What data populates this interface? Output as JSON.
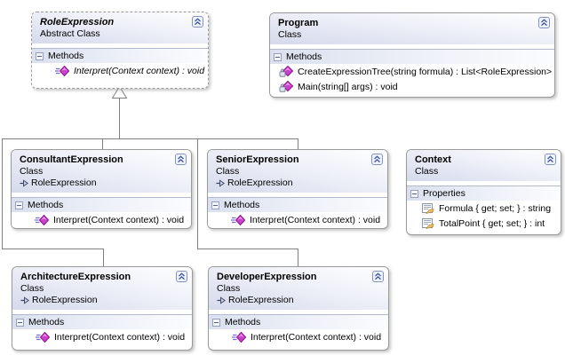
{
  "diagram_type": "class-diagram",
  "colors": {
    "connector": "#808080",
    "box_border": "#9a9a9a",
    "header_gradient": "#d5daec",
    "band_gradient": "#dae0ef",
    "method_icon_fill": "#cc3fcc",
    "chevron_blue": "#3c55a4"
  },
  "classes": {
    "role_expression": {
      "name": "RoleExpression",
      "kind": "Abstract Class",
      "section_label": "Methods",
      "members": {
        "m0": "Interpret(Context context) : void"
      }
    },
    "program": {
      "name": "Program",
      "kind": "Class",
      "section_label": "Methods",
      "members": {
        "m0": "CreateExpressionTree(string formula) : List<RoleExpression>",
        "m1": "Main(string[] args) : void"
      }
    },
    "consultant_expression": {
      "name": "ConsultantExpression",
      "kind": "Class",
      "base": "RoleExpression",
      "section_label": "Methods",
      "members": {
        "m0": "Interpret(Context context) : void"
      }
    },
    "senior_expression": {
      "name": "SeniorExpression",
      "kind": "Class",
      "base": "RoleExpression",
      "section_label": "Methods",
      "members": {
        "m0": "Interpret(Context context) : void"
      }
    },
    "context": {
      "name": "Context",
      "kind": "Class",
      "section_label": "Properties",
      "members": {
        "m0": "Formula { get; set; } : string",
        "m1": "TotalPoint { get; set; } : int"
      }
    },
    "architecture_expression": {
      "name": "ArchitectureExpression",
      "kind": "Class",
      "base": "RoleExpression",
      "section_label": "Methods",
      "members": {
        "m0": "Interpret(Context context) : void"
      }
    },
    "developer_expression": {
      "name": "DeveloperExpression",
      "kind": "Class",
      "base": "RoleExpression",
      "section_label": "Methods",
      "members": {
        "m0": "Interpret(Context context) : void"
      }
    }
  },
  "relationships": [
    {
      "from": "ConsultantExpression",
      "to": "RoleExpression",
      "type": "inheritance"
    },
    {
      "from": "SeniorExpression",
      "to": "RoleExpression",
      "type": "inheritance"
    },
    {
      "from": "ArchitectureExpression",
      "to": "RoleExpression",
      "type": "inheritance"
    },
    {
      "from": "DeveloperExpression",
      "to": "RoleExpression",
      "type": "inheritance"
    }
  ]
}
